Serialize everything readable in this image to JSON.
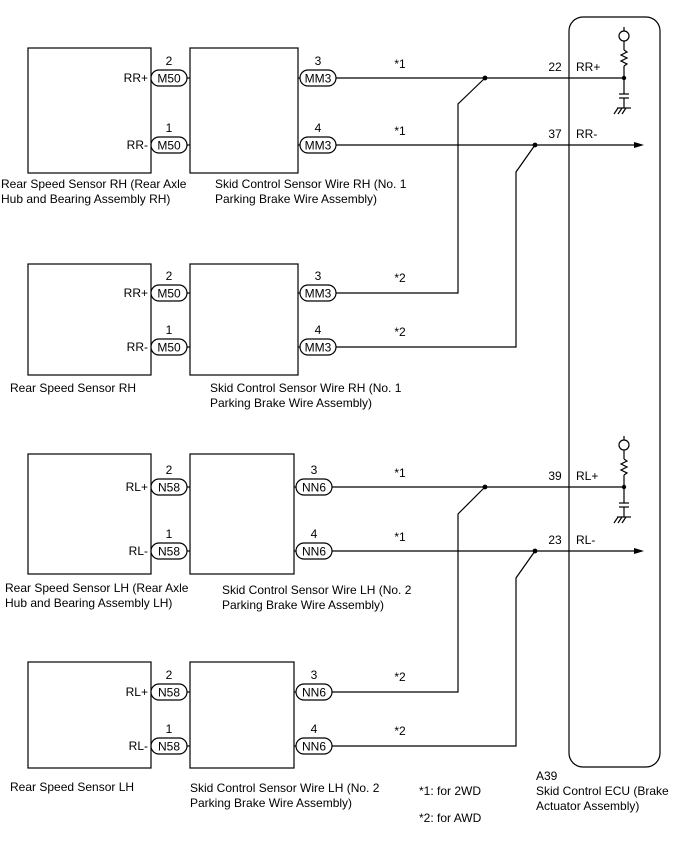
{
  "groups": [
    {
      "sensor_caption": [
        "Rear Speed Sensor RH (Rear Axle",
        "Hub and Bearing Assembly RH)"
      ],
      "wire_caption": [
        "Skid Control Sensor Wire RH (No. 1",
        "Parking Brake Wire Assembly)"
      ],
      "sensor_conn": "M50",
      "wire_conn": "MM3",
      "top": {
        "sig": "RR+",
        "pin_in": "2",
        "pin_out": "3",
        "note": "*1"
      },
      "bot": {
        "sig": "RR-",
        "pin_in": "1",
        "pin_out": "4",
        "note": "*1"
      }
    },
    {
      "sensor_caption": [
        "Rear Speed Sensor RH"
      ],
      "wire_caption": [
        "Skid Control Sensor Wire RH (No. 1",
        "Parking Brake Wire Assembly)"
      ],
      "sensor_conn": "M50",
      "wire_conn": "MM3",
      "top": {
        "sig": "RR+",
        "pin_in": "2",
        "pin_out": "3",
        "note": "*2"
      },
      "bot": {
        "sig": "RR-",
        "pin_in": "1",
        "pin_out": "4",
        "note": "*2"
      }
    },
    {
      "sensor_caption": [
        "Rear Speed Sensor LH (Rear Axle",
        "Hub and Bearing Assembly LH)"
      ],
      "wire_caption": [
        "Skid Control Sensor Wire LH (No. 2",
        "Parking Brake Wire Assembly)"
      ],
      "sensor_conn": "N58",
      "wire_conn": "NN6",
      "top": {
        "sig": "RL+",
        "pin_in": "2",
        "pin_out": "3",
        "note": "*1"
      },
      "bot": {
        "sig": "RL-",
        "pin_in": "1",
        "pin_out": "4",
        "note": "*1"
      }
    },
    {
      "sensor_caption": [
        "Rear Speed Sensor LH"
      ],
      "wire_caption": [
        "Skid Control Sensor Wire LH (No. 2",
        "Parking Brake Wire Assembly)"
      ],
      "sensor_conn": "N58",
      "wire_conn": "NN6",
      "top": {
        "sig": "RL+",
        "pin_in": "2",
        "pin_out": "3",
        "note": "*2"
      },
      "bot": {
        "sig": "RL-",
        "pin_in": "1",
        "pin_out": "4",
        "note": "*2"
      }
    }
  ],
  "ecu": {
    "connector": "A39",
    "caption": [
      "Skid Control ECU (Brake",
      "Actuator Assembly)"
    ],
    "pins": [
      {
        "pin": "22",
        "sig": "RR+"
      },
      {
        "pin": "37",
        "sig": "RR-"
      },
      {
        "pin": "39",
        "sig": "RL+"
      },
      {
        "pin": "23",
        "sig": "RL-"
      }
    ]
  },
  "footnotes": [
    "*1: for 2WD",
    "*2: for AWD"
  ]
}
